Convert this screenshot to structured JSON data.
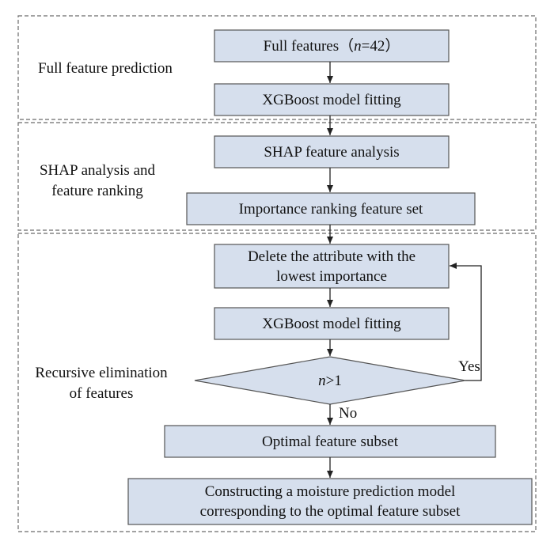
{
  "sections": {
    "full": {
      "label": "Full feature prediction"
    },
    "shap": {
      "label_line1": "SHAP analysis and",
      "label_line2": "feature ranking"
    },
    "rfe": {
      "label_line1": "Recursive elimination",
      "label_line2": "of features"
    }
  },
  "nodes": {
    "full_features": {
      "prefix": "Full features（",
      "var": "n",
      "suffix": "=42）"
    },
    "xgb_fit_1": {
      "label": "XGBoost model fitting"
    },
    "shap_analysis": {
      "label": "SHAP feature analysis"
    },
    "importance_ranking": {
      "label": "Importance ranking feature set"
    },
    "delete_attr": {
      "line1": "Delete the attribute with the",
      "line2": "lowest importance"
    },
    "xgb_fit_2": {
      "label": "XGBoost model fitting"
    },
    "decision": {
      "var": "n",
      "suffix": ">1"
    },
    "optimal_subset": {
      "label": "Optimal feature subset"
    },
    "construct_model": {
      "line1": "Constructing a moisture prediction model",
      "line2": "corresponding to the optimal feature subset"
    }
  },
  "edges": {
    "yes_label": "Yes",
    "no_label": "No"
  }
}
